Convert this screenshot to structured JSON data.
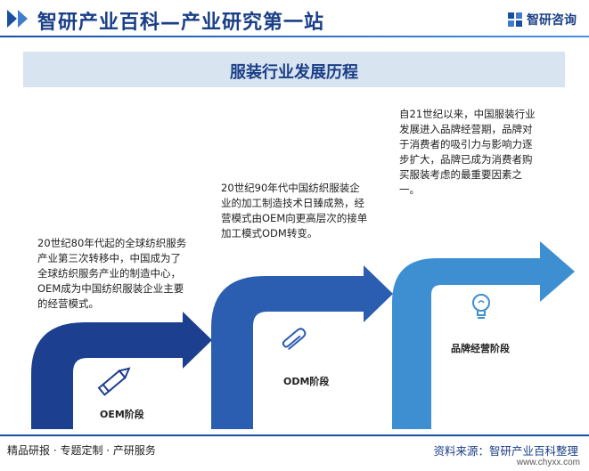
{
  "header": {
    "site_title": "智研产业百科—产业研究第一站",
    "brand_name": "智研咨询"
  },
  "chart": {
    "title": "服装行业发展历程"
  },
  "stages": [
    {
      "label": "OEM阶段",
      "description": "20世纪80年代起的全球纺织服务产业第三次转移中，中国成为了全球纺织服务产业的制造中心，OEM成为中国纺织服装企业主要的经营模式。",
      "icon": "pencil-icon",
      "color": "#1d3f8f"
    },
    {
      "label": "ODM阶段",
      "description": "20世纪90年代中国纺织服装企业的加工制造技术日臻成熟，经营模式由OEM向更高层次的接单加工模式ODM转变。",
      "icon": "paperclip-icon",
      "color": "#2b5db0"
    },
    {
      "label": "品牌经营阶段",
      "description": "自21世纪以来，中国服装行业发展进入品牌经营期，品牌对于消费者的吸引力与影响力逐步扩大，品牌已成为消费者购买服装考虑的最重要因素之一。",
      "icon": "lightbulb-icon",
      "color": "#3d8fd1"
    }
  ],
  "footer": {
    "tagline": "精品研报 · 专题定制 · 产研服务",
    "source": "资料来源：智研产业百科整理",
    "url": "www.chyxx.com"
  }
}
